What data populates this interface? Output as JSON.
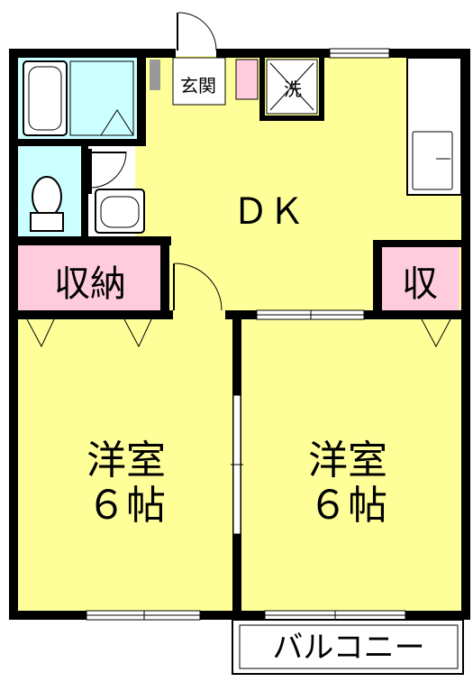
{
  "rooms": {
    "dk": "ＤＫ",
    "entrance": "玄関",
    "wash": "洗",
    "storage_left": "収納",
    "storage_right": "収",
    "west_room_name": "洋室",
    "west_room_size": "６帖",
    "east_room_name": "洋室",
    "east_room_size": "６帖",
    "balcony": "バルコニー"
  },
  "colors": {
    "wall": "#000000",
    "room_floor": "#ffff99",
    "wet_area": "#ccffff",
    "storage": "#ffccdd",
    "fixture": "#ffffff",
    "accent_gray": "#999999"
  }
}
